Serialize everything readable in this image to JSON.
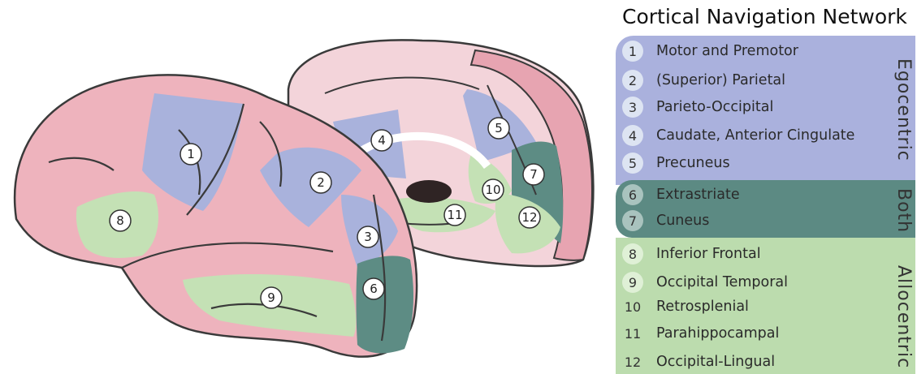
{
  "legend": {
    "title": "Cortical Navigation Network",
    "groups": [
      {
        "label": "Egocentric",
        "color": "#aab1dd"
      },
      {
        "label": "Both",
        "color": "#5c8a83"
      },
      {
        "label": "Allocentric",
        "color": "#bcdcae"
      }
    ],
    "items": [
      {
        "num": "1",
        "label": "Motor and Premotor"
      },
      {
        "num": "2",
        "label": "(Superior) Parietal"
      },
      {
        "num": "3",
        "label": "Parieto-Occipital"
      },
      {
        "num": "4",
        "label": "Caudate, Anterior Cingulate"
      },
      {
        "num": "5",
        "label": "Precuneus"
      },
      {
        "num": "6",
        "label": "Extrastriate"
      },
      {
        "num": "7",
        "label": "Cuneus"
      },
      {
        "num": "8",
        "label": "Inferior Frontal"
      },
      {
        "num": "9",
        "label": "Occipital Temporal"
      },
      {
        "num": "10",
        "label": "Retrosplenial"
      },
      {
        "num": "11",
        "label": "Parahippocampal"
      },
      {
        "num": "12",
        "label": "Occipital-Lingual"
      }
    ]
  },
  "colors": {
    "cortex": "#eeb3bd",
    "medial": "#f3d4da",
    "egocentric": "#a9b2dc",
    "both": "#5d8c84",
    "allocentric": "#c4e1b5",
    "outline": "#3a3a3a"
  }
}
